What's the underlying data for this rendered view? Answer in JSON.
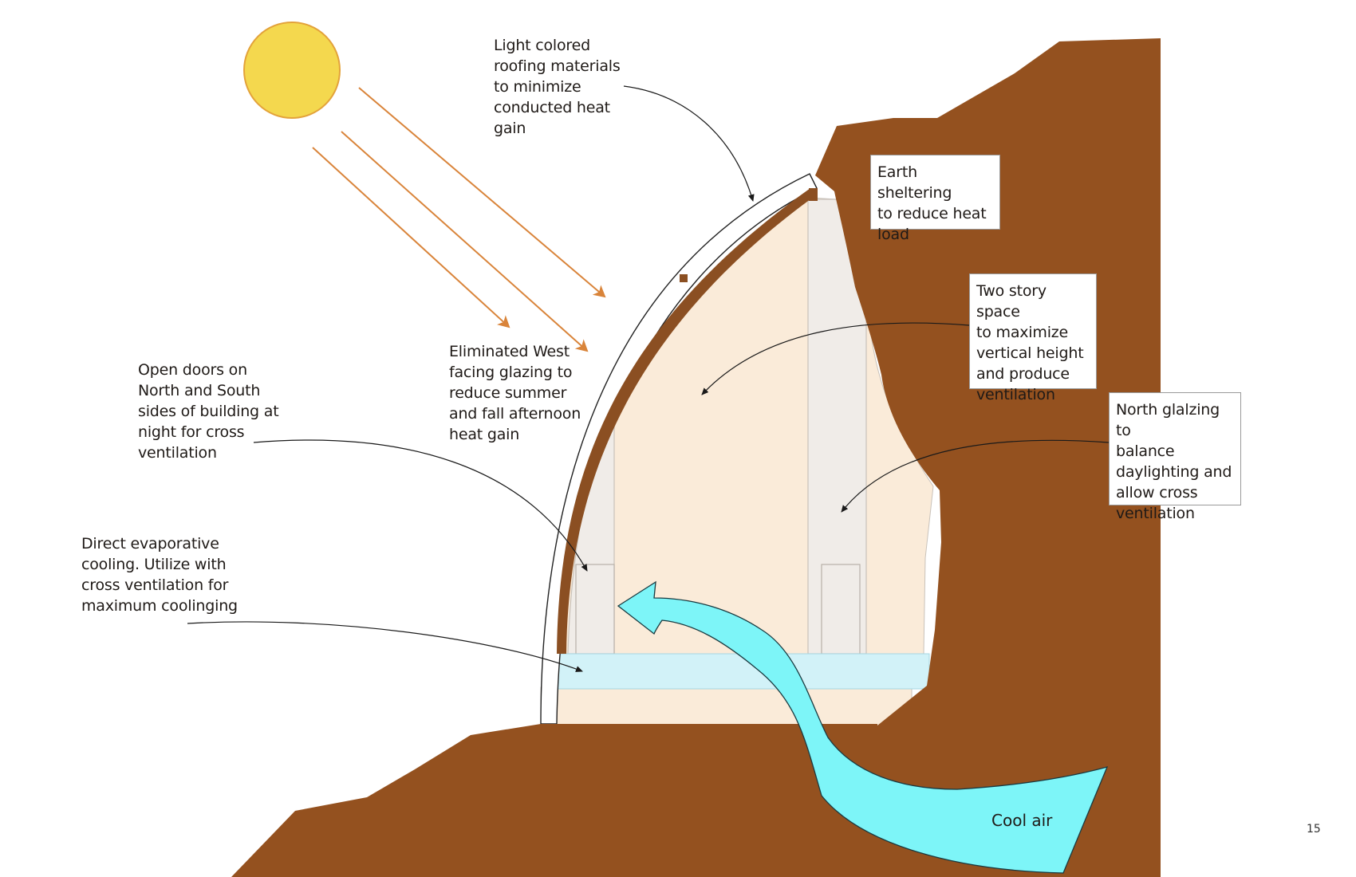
{
  "labels": {
    "roofing": "Light colored\nroofing materials\nto minimize\nconducted heat\ngain",
    "earth_sheltering": "Earth sheltering\nto reduce heat\nload",
    "two_story": "Two story space\nto maximize\nvertical height\nand produce\nventilation",
    "north_glazing": "North glalzing to\nbalance\ndaylighting and\nallow cross\nventilation",
    "west_glazing": "Eliminated West\nfacing glazing to\nreduce summer\nand fall afternoon\nheat gain",
    "open_doors": "Open doors on\nNorth and South\nsides of building at\nnight for cross\nventilation",
    "evaporative": "Direct evaporative\ncooling. Utilize with\ncross ventilation for\nmaximum coolinging",
    "cool_air": "Cool air"
  },
  "page_number": "15",
  "colors": {
    "earth": "#94511f",
    "sun_fill": "#f4d84e",
    "sun_stroke": "#e3a23a",
    "sun_rays": "#d9843a",
    "interior": "#faebd9",
    "wall_panel": "#f0ece8",
    "cool_pool": "#d2f2f8",
    "cool_air": "#7df5f8",
    "roof_brown": "#8b4f22"
  }
}
